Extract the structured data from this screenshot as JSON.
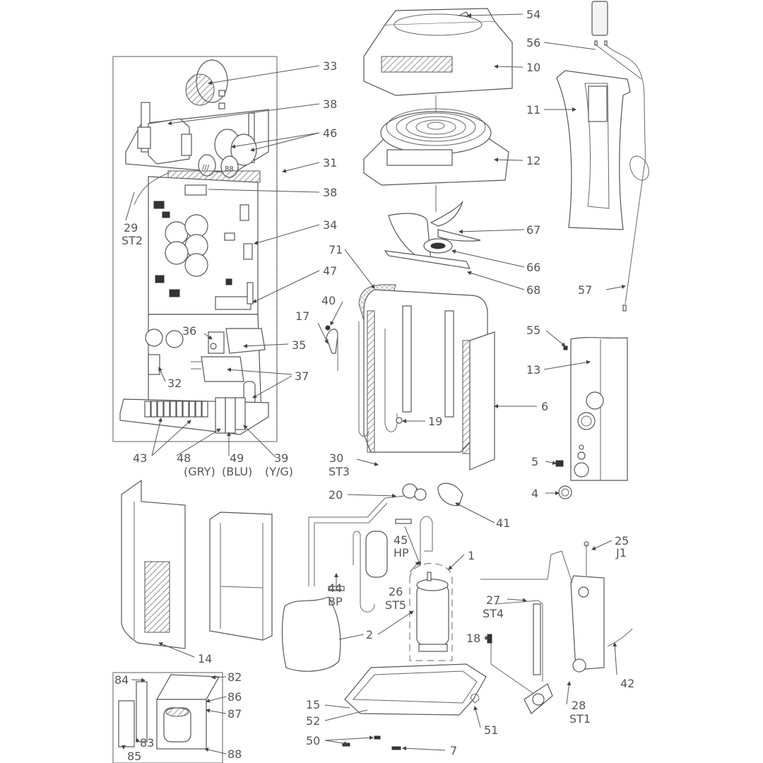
{
  "diagram": {
    "title": "Heat pump exploded parts diagram",
    "callouts": [
      {
        "id": "54",
        "text": "54"
      },
      {
        "id": "56",
        "text": "56"
      },
      {
        "id": "10",
        "text": "10"
      },
      {
        "id": "11",
        "text": "11"
      },
      {
        "id": "12",
        "text": "12"
      },
      {
        "id": "33",
        "text": "33"
      },
      {
        "id": "38a",
        "text": "38"
      },
      {
        "id": "46",
        "text": "46"
      },
      {
        "id": "31",
        "text": "31"
      },
      {
        "id": "38b",
        "text": "38"
      },
      {
        "id": "29",
        "text": "29",
        "sub": "ST2"
      },
      {
        "id": "34",
        "text": "34"
      },
      {
        "id": "67",
        "text": "67"
      },
      {
        "id": "66",
        "text": "66"
      },
      {
        "id": "68",
        "text": "68"
      },
      {
        "id": "71",
        "text": "71"
      },
      {
        "id": "47",
        "text": "47"
      },
      {
        "id": "57",
        "text": "57"
      },
      {
        "id": "40",
        "text": "40"
      },
      {
        "id": "17",
        "text": "17"
      },
      {
        "id": "36",
        "text": "36"
      },
      {
        "id": "35",
        "text": "35"
      },
      {
        "id": "55",
        "text": "55"
      },
      {
        "id": "13",
        "text": "13"
      },
      {
        "id": "32",
        "text": "32"
      },
      {
        "id": "37",
        "text": "37"
      },
      {
        "id": "6",
        "text": "6"
      },
      {
        "id": "19",
        "text": "19"
      },
      {
        "id": "43",
        "text": "43"
      },
      {
        "id": "48",
        "text": "48",
        "sub": "(GRY)"
      },
      {
        "id": "49",
        "text": "49",
        "sub": "(BLU)"
      },
      {
        "id": "39",
        "text": "39",
        "sub": "(Y/G)"
      },
      {
        "id": "30",
        "text": "30",
        "sub": "ST3"
      },
      {
        "id": "5",
        "text": "5"
      },
      {
        "id": "4",
        "text": "4"
      },
      {
        "id": "20",
        "text": "20"
      },
      {
        "id": "41",
        "text": "41"
      },
      {
        "id": "45",
        "text": "45",
        "sub": "HP"
      },
      {
        "id": "25",
        "text": "25",
        "sub": "J1"
      },
      {
        "id": "1",
        "text": "1"
      },
      {
        "id": "44",
        "text": "44",
        "sub": "BP"
      },
      {
        "id": "26",
        "text": "26",
        "sub": "ST5"
      },
      {
        "id": "27",
        "text": "27",
        "sub": "ST4"
      },
      {
        "id": "14",
        "text": "14"
      },
      {
        "id": "2",
        "text": "2"
      },
      {
        "id": "18",
        "text": "18"
      },
      {
        "id": "42",
        "text": "42"
      },
      {
        "id": "84",
        "text": "84"
      },
      {
        "id": "82",
        "text": "82"
      },
      {
        "id": "86",
        "text": "86"
      },
      {
        "id": "87",
        "text": "87"
      },
      {
        "id": "83",
        "text": "83"
      },
      {
        "id": "85",
        "text": "85"
      },
      {
        "id": "88",
        "text": "88"
      },
      {
        "id": "15",
        "text": "15"
      },
      {
        "id": "52",
        "text": "52"
      },
      {
        "id": "51",
        "text": "51"
      },
      {
        "id": "28",
        "text": "28",
        "sub": "ST1"
      },
      {
        "id": "50",
        "text": "50"
      },
      {
        "id": "7",
        "text": "7"
      }
    ]
  }
}
